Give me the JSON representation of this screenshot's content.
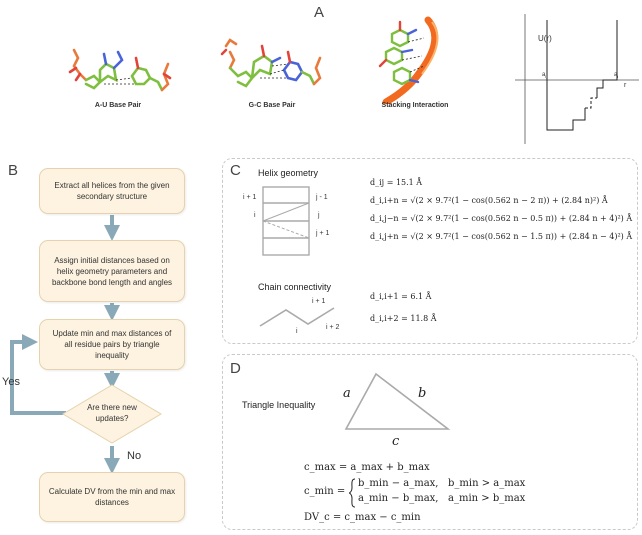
{
  "panel_a": {
    "letter": "A",
    "labels": [
      "A-U Base Pair",
      "G-C Base Pair",
      "Stacking Interaction"
    ],
    "potential_plot": {
      "y_label": "U(r)",
      "x_label": "r",
      "tick_left": "a",
      "tick_left_sub": "ij",
      "tick_right": "a",
      "tick_right_sub": "i"
    }
  },
  "panel_b": {
    "letter": "B",
    "steps": [
      "Extract all helices from the given secondary structure",
      "Assign initial distances based on helix geometry parameters and backbone bond length and angles",
      "Update min and max distances of all residue pairs by triangle inequality",
      "Are there new updates?",
      "Calculate DV from the min and max distances"
    ],
    "yes_label": "Yes",
    "no_label": "No"
  },
  "panel_c": {
    "letter": "C",
    "helix_title": "Helix geometry",
    "helix_labels_left": [
      "i + 1",
      "i"
    ],
    "helix_labels_right": [
      "j - 1",
      "j",
      "j + 1"
    ],
    "helix_equations": [
      "d_ij = 15.1 Å",
      "d_i,i+n = √(2 × 9.7²(1 − cos(0.562 n − 2 π)) + (2.84 n)²) Å",
      "d_i,j−n = √(2 × 9.7²(1 − cos(0.562 n − 0.5 π)) + (2.84 n + 4)²) Å",
      "d_i,j+n = √(2 × 9.7²(1 − cos(0.562 n − 1.5 π)) + (2.84 n − 4)²) Å"
    ],
    "chain_title": "Chain connectivity",
    "chain_labels": [
      "i + 1",
      "i",
      "i + 2"
    ],
    "chain_equations": [
      "d_i,i+1 = 6.1 Å",
      "d_i,i+2 = 11.8 Å"
    ]
  },
  "panel_d": {
    "letter": "D",
    "title": "Triangle Inequality",
    "sides": [
      "a",
      "b",
      "c"
    ],
    "equations": {
      "cmax": "c_max = a_max + b_max",
      "cmin_1": "b_min − a_max,   b_min > a_max",
      "cmin_2": "a_min − b_max,   a_min > b_max",
      "dv": "DV_c = c_max − c_min"
    }
  },
  "colors": {
    "box_fill": "#fdf3e0",
    "box_border": "#e6d3ad",
    "arrow": "#8aa9b8",
    "helix_gray": "#aaaaaa"
  }
}
